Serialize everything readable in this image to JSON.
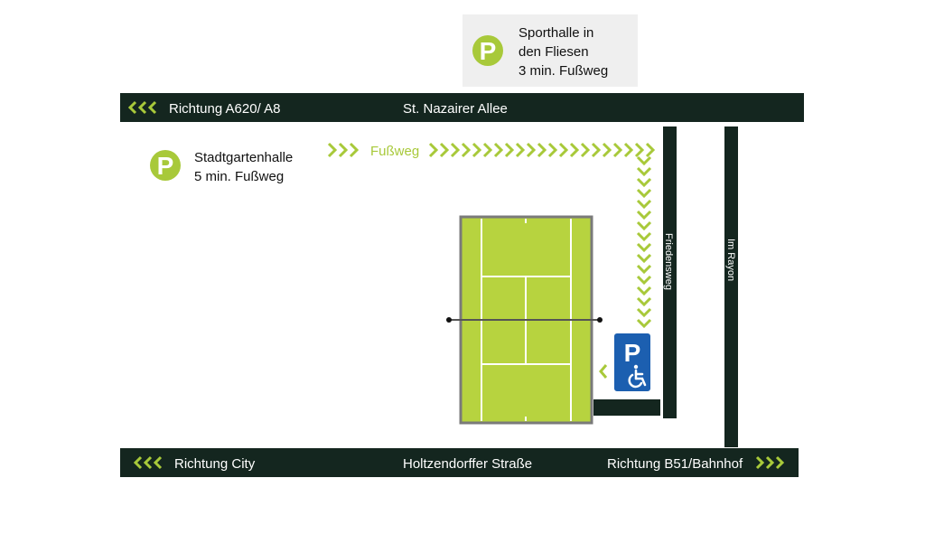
{
  "colors": {
    "road": "#14261f",
    "accent": "#a8c93a",
    "court": "#b7d33f",
    "court_border": "#7a7a7a",
    "info_box": "#efefef",
    "disabled_parking": "#1c5fb0"
  },
  "parking_north": {
    "icon": "parking-icon",
    "letter": "P",
    "line1": "Sporthalle in",
    "line2": "den Fliesen",
    "line3": "3 min. Fußweg"
  },
  "parking_west": {
    "icon": "parking-icon",
    "letter": "P",
    "line1": "Stadtgartenhalle",
    "line2": "5 min. Fußweg"
  },
  "roads": {
    "top_left": "Richtung A620/ A8",
    "top_center": "St. Nazairer Allee",
    "bottom_left": "Richtung City",
    "bottom_center": "Holtzendorffer Straße",
    "bottom_right": "Richtung B51/Bahnhof",
    "vertical_1": "Friedensweg",
    "vertical_2": "Im Rayon"
  },
  "walkway": {
    "label": "Fußweg"
  },
  "disabled_parking": {
    "icon": "wheelchair-icon",
    "letter": "P"
  }
}
